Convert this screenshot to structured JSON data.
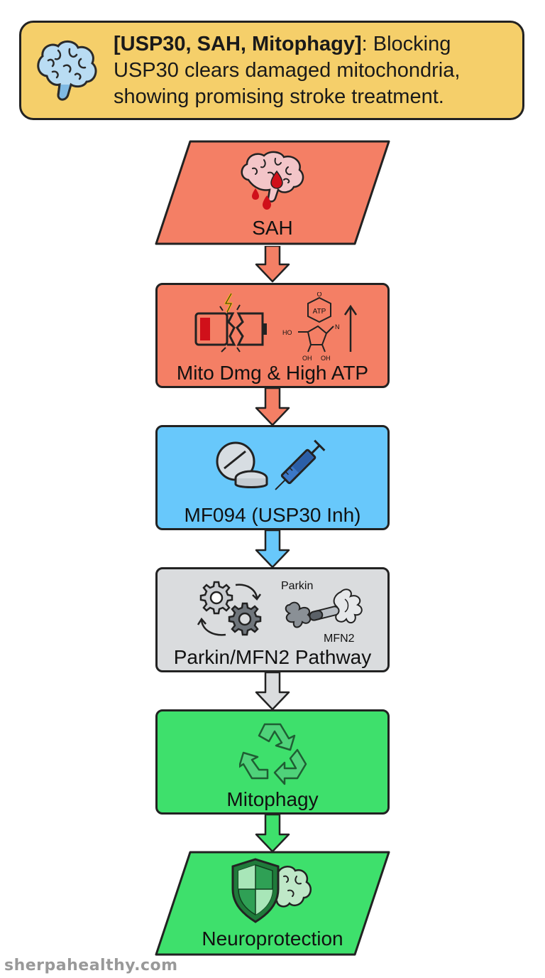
{
  "header": {
    "highlight": "[USP30, SAH, Mitophagy]",
    "text": ": Blocking USP30 clears damaged mitochondria, showing promising stroke treatment.",
    "icon": "brain-icon"
  },
  "nodes": [
    {
      "id": "sah",
      "label": "SAH",
      "color": "#f47f65",
      "shape": "parallelogram",
      "icon": "bleeding-brain-icon"
    },
    {
      "id": "mito-dmg",
      "label": "Mito Dmg & High ATP",
      "color": "#f47f65",
      "shape": "rectangle",
      "icon": "broken-battery-icon"
    },
    {
      "id": "mf094",
      "label": "MF094 (USP30 Inh)",
      "color": "#68c8fb",
      "shape": "rectangle",
      "icon": "pill-syringe-icon"
    },
    {
      "id": "parkin",
      "label": "Parkin/MFN2 Pathway",
      "color": "#dadcde",
      "shape": "rectangle",
      "icon": "gears-icon"
    },
    {
      "id": "mitophagy",
      "label": "Mitophagy",
      "color": "#3ee06c",
      "shape": "rectangle",
      "icon": "recycle-icon"
    },
    {
      "id": "neuro",
      "label": "Neuroprotection",
      "color": "#3ee06c",
      "shape": "parallelogram",
      "icon": "shield-brain-icon"
    }
  ],
  "icon_labels": {
    "atp": "ATP",
    "ho": "HO",
    "oh1": "OH",
    "oh2": "OH",
    "n": "N",
    "o": "O",
    "parkin": "Parkin",
    "mfn2": "MFN2"
  },
  "watermark": "sherpahealthy.com"
}
